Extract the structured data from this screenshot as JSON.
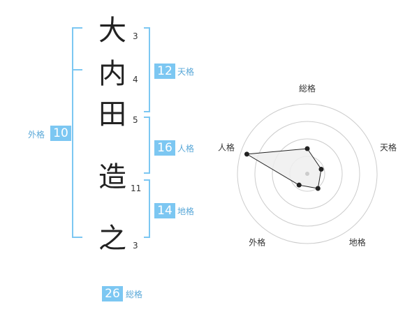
{
  "name": {
    "characters": [
      {
        "char": "大",
        "strokes": "3"
      },
      {
        "char": "内",
        "strokes": "4"
      },
      {
        "char": "田",
        "strokes": "5"
      },
      {
        "char": "造",
        "strokes": "11"
      },
      {
        "char": "之",
        "strokes": "3"
      }
    ]
  },
  "kaku": {
    "tenkaku": {
      "label": "天格",
      "value": "12"
    },
    "jinkaku": {
      "label": "人格",
      "value": "16"
    },
    "chikaku": {
      "label": "地格",
      "value": "14"
    },
    "gaikaku": {
      "label": "外格",
      "value": "10"
    },
    "soukaku": {
      "label": "総格",
      "value": "26"
    }
  },
  "colors": {
    "accent": "#7cc7f2",
    "accent_text": "#5aa8d8",
    "grid": "#cccccc",
    "fill": "#eeeeee",
    "line": "#222222"
  },
  "chart_data": {
    "type": "radar",
    "axes": [
      "総格",
      "天格",
      "地格",
      "外格",
      "人格"
    ],
    "values": [
      0.36,
      0.21,
      0.26,
      0.2,
      0.91
    ],
    "range": [
      0,
      1
    ],
    "rings": 4
  }
}
